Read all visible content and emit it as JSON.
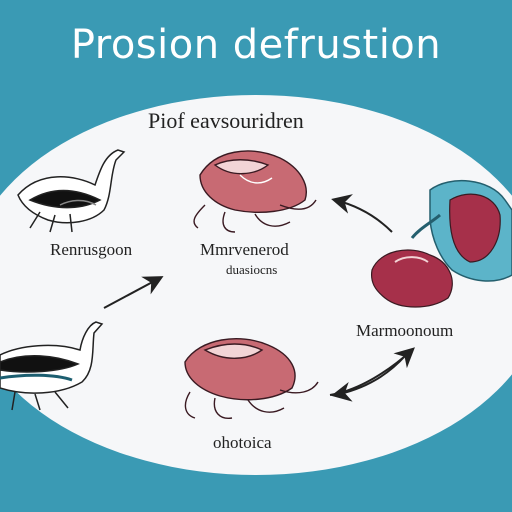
{
  "title": "Prosion defrustion",
  "subtitle": "Piof eavsouridren",
  "labels": {
    "top_left": "Renrusgoon",
    "center_top": "Mmrvenerod",
    "center_top_sub": "duasiocns",
    "right": "Marmoonoum",
    "bottom": "ohotoica"
  },
  "colors": {
    "background": "#3a9ab4",
    "ellipse": "#f6f7f9",
    "accent_red": "#a6304a",
    "accent_teal": "#5cb4c9",
    "ink": "#222222"
  }
}
